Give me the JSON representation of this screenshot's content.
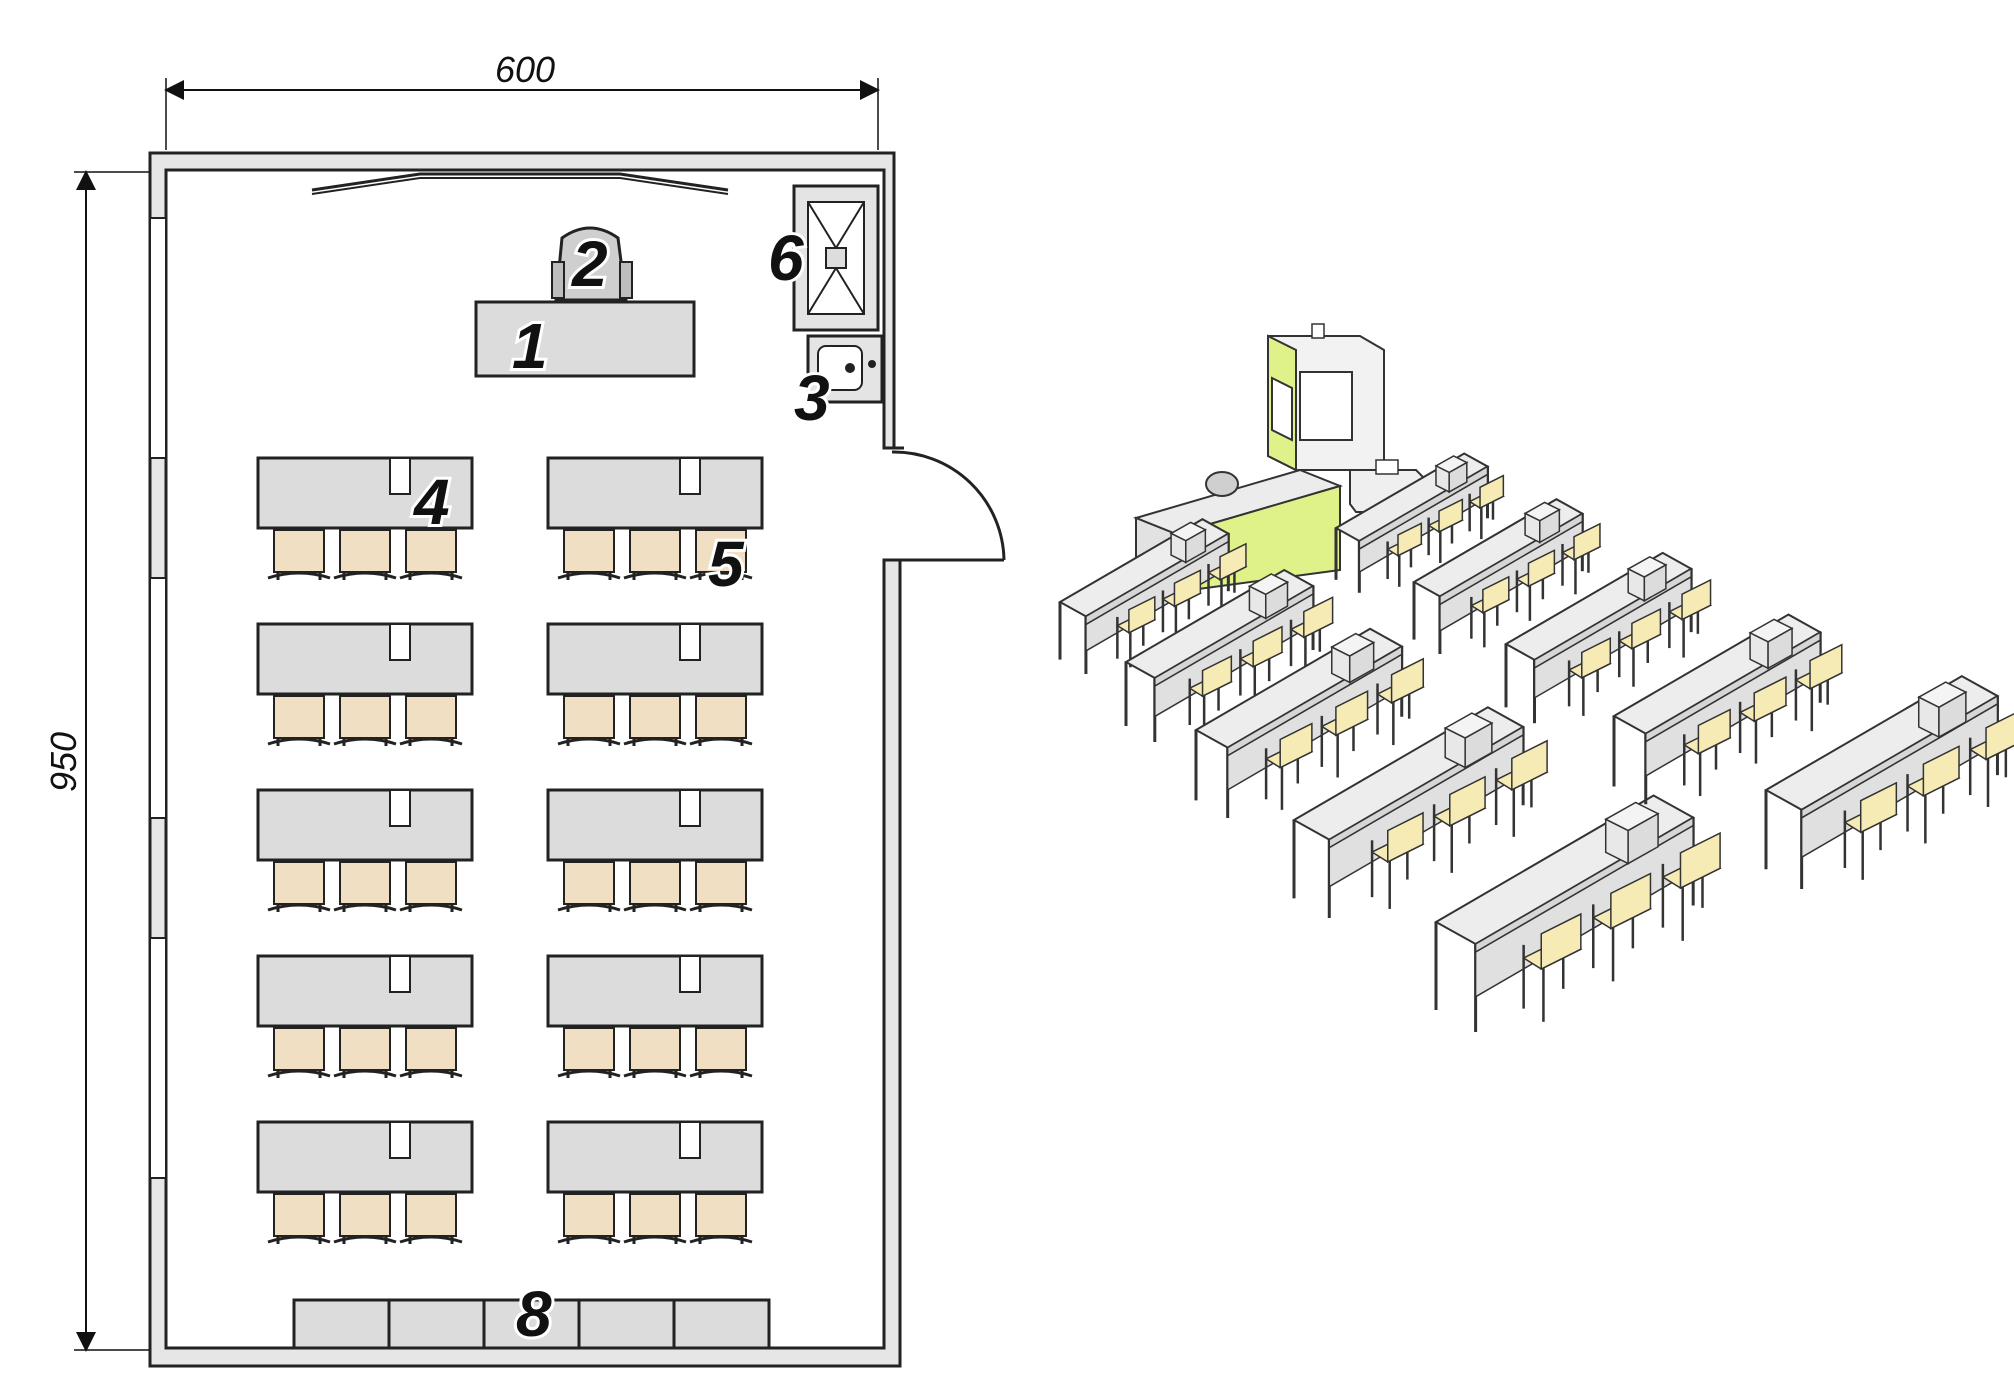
{
  "plan": {
    "dimensions": {
      "width_label": "600",
      "height_label": "950"
    },
    "callouts": [
      {
        "id": "1",
        "label": "1"
      },
      {
        "id": "2",
        "label": "2"
      },
      {
        "id": "3",
        "label": "3"
      },
      {
        "id": "4",
        "label": "4"
      },
      {
        "id": "5",
        "label": "5"
      },
      {
        "id": "6",
        "label": "6"
      },
      {
        "id": "8",
        "label": "8"
      }
    ],
    "student_desks": {
      "rows": 5,
      "columns": 2,
      "chairs_per_desk": 3
    },
    "rear_cabinets": 5
  },
  "colors": {
    "wall": "#e6e6e6",
    "desk": "#dcdcdc",
    "chair": "#f1dfc4",
    "fume_hood_accent": "#dff28a",
    "outline": "#222222"
  }
}
